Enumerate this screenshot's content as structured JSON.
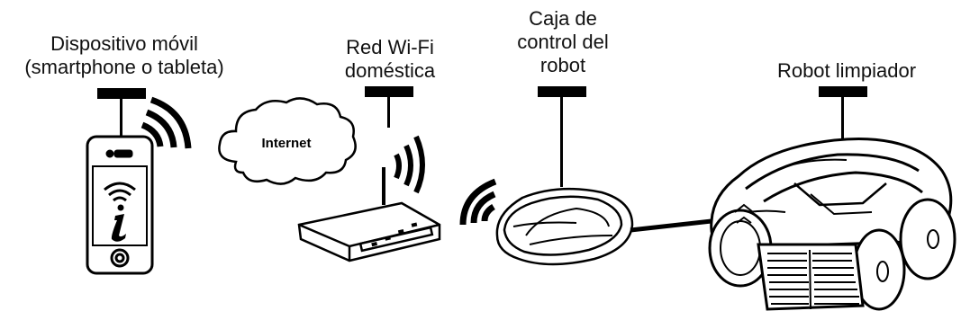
{
  "labels": {
    "mobile": "Dispositivo móvil\n(smartphone o tableta)",
    "wifi": "Red Wi-Fi\ndoméstica",
    "control_box": "Caja de\ncontrol del\nrobot",
    "robot": "Robot limpiador"
  },
  "cloud_text": "Internet",
  "colors": {
    "stroke": "#000000",
    "background": "#ffffff"
  }
}
